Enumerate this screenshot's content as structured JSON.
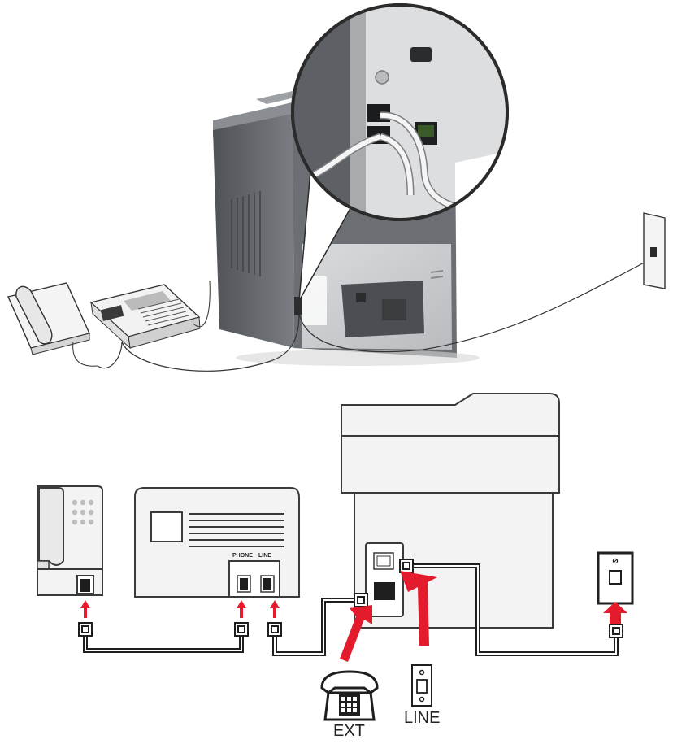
{
  "diagram": {
    "labels": {
      "phone_port": "PHONE",
      "line_port": "LINE",
      "wall_jack": "LINE",
      "extension": "EXT"
    },
    "colors": {
      "arrow": "#e31b2d",
      "device_fill": "#f3f3f3",
      "outline": "#3a3a3a",
      "printer_body": "#5e6266"
    },
    "icons": [
      "printer-rear-photo",
      "zoom-magnifier",
      "telephone-photo",
      "answering-machine-photo",
      "wall-outlet-photo",
      "telephone-icon",
      "answering-machine-icon",
      "printer-icon",
      "wall-jack-icon",
      "rj11-plug-icon",
      "red-arrow-icon",
      "keypad-phone-icon"
    ]
  }
}
